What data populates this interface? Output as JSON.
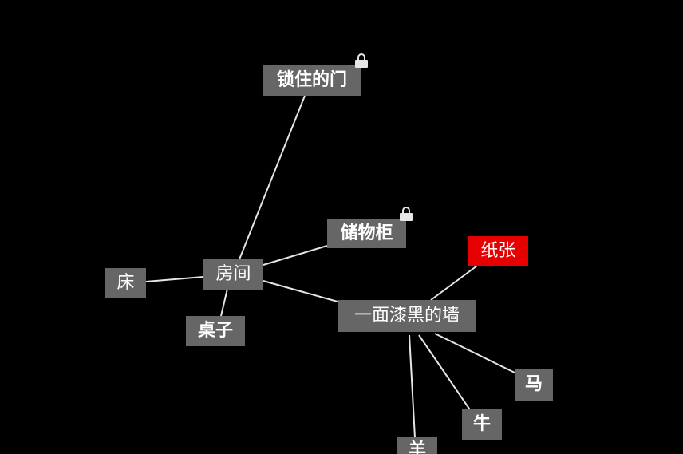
{
  "graph": {
    "nodes": {
      "locked_door": "锁住的门",
      "storage_cabinet": "储物柜",
      "paper": "纸张",
      "bed": "床",
      "room": "房间",
      "table": "桌子",
      "black_wall": "一面漆黑的墙",
      "horse": "马",
      "cow": "牛",
      "sheep": "羊"
    },
    "selected_node": "paper",
    "locked_nodes": [
      "locked_door",
      "storage_cabinet"
    ]
  },
  "colors": {
    "background": "#000000",
    "node": "#666666",
    "selected_node": "#e60000",
    "edge": "#e6e6e6",
    "text": "#ffffff"
  },
  "icons": {
    "lock": "lock-icon"
  }
}
